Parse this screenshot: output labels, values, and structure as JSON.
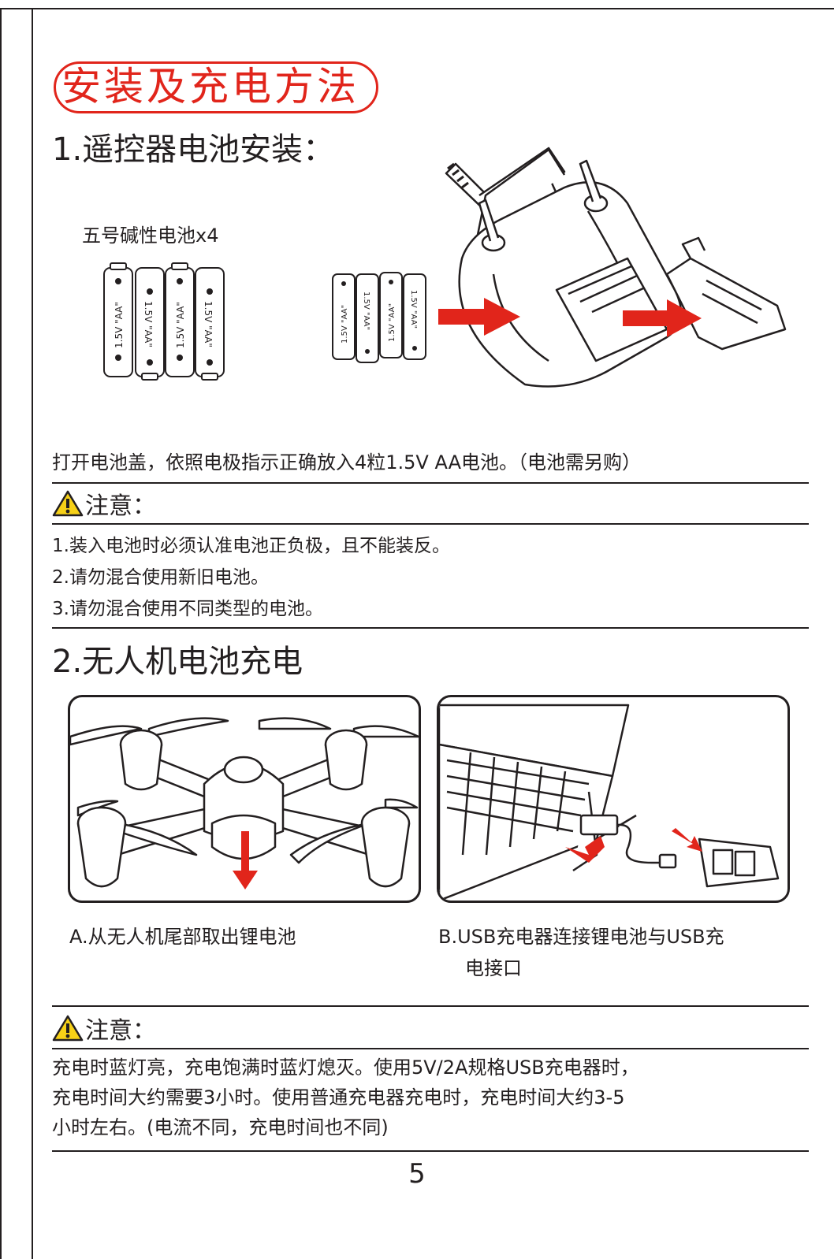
{
  "title": "安装及充电方法",
  "section1": {
    "heading": "1.遥控器电池安装：",
    "battery_label": "五号碱性电池x4",
    "battery_text": "1.5V \"AA\"",
    "instruction": "打开电池盖，依照电极指示正确放入4粒1.5V AA电池。（电池需另购）"
  },
  "notice1": {
    "title": "注意：",
    "items": [
      "1.装入电池时必须认准电池正负极，且不能装反。",
      "2.请勿混合使用新旧电池。",
      "3.请勿混合使用不同类型的电池。"
    ]
  },
  "section2": {
    "heading": "2.无人机电池充电",
    "caption_a": "A.从无人机尾部取出锂电池",
    "caption_b_line1": "B.USB充电器连接锂电池与USB充",
    "caption_b_line2": "电接口"
  },
  "notice2": {
    "title": "注意：",
    "lines": [
      "充电时蓝灯亮，充电饱满时蓝灯熄灭。使用5V/2A规格USB充电器时，",
      "充电时间大约需要3小时。使用普通充电器充电时，充电时间大约3-5",
      "小时左右。(电流不同，充电时间也不同)"
    ]
  },
  "page_number": "5",
  "colors": {
    "accent": "#e1251b",
    "ink": "#231f20",
    "warn_fill": "#f7d117"
  },
  "icons": {
    "warning": "warning-triangle-icon",
    "arrow": "red-arrow-icon"
  }
}
